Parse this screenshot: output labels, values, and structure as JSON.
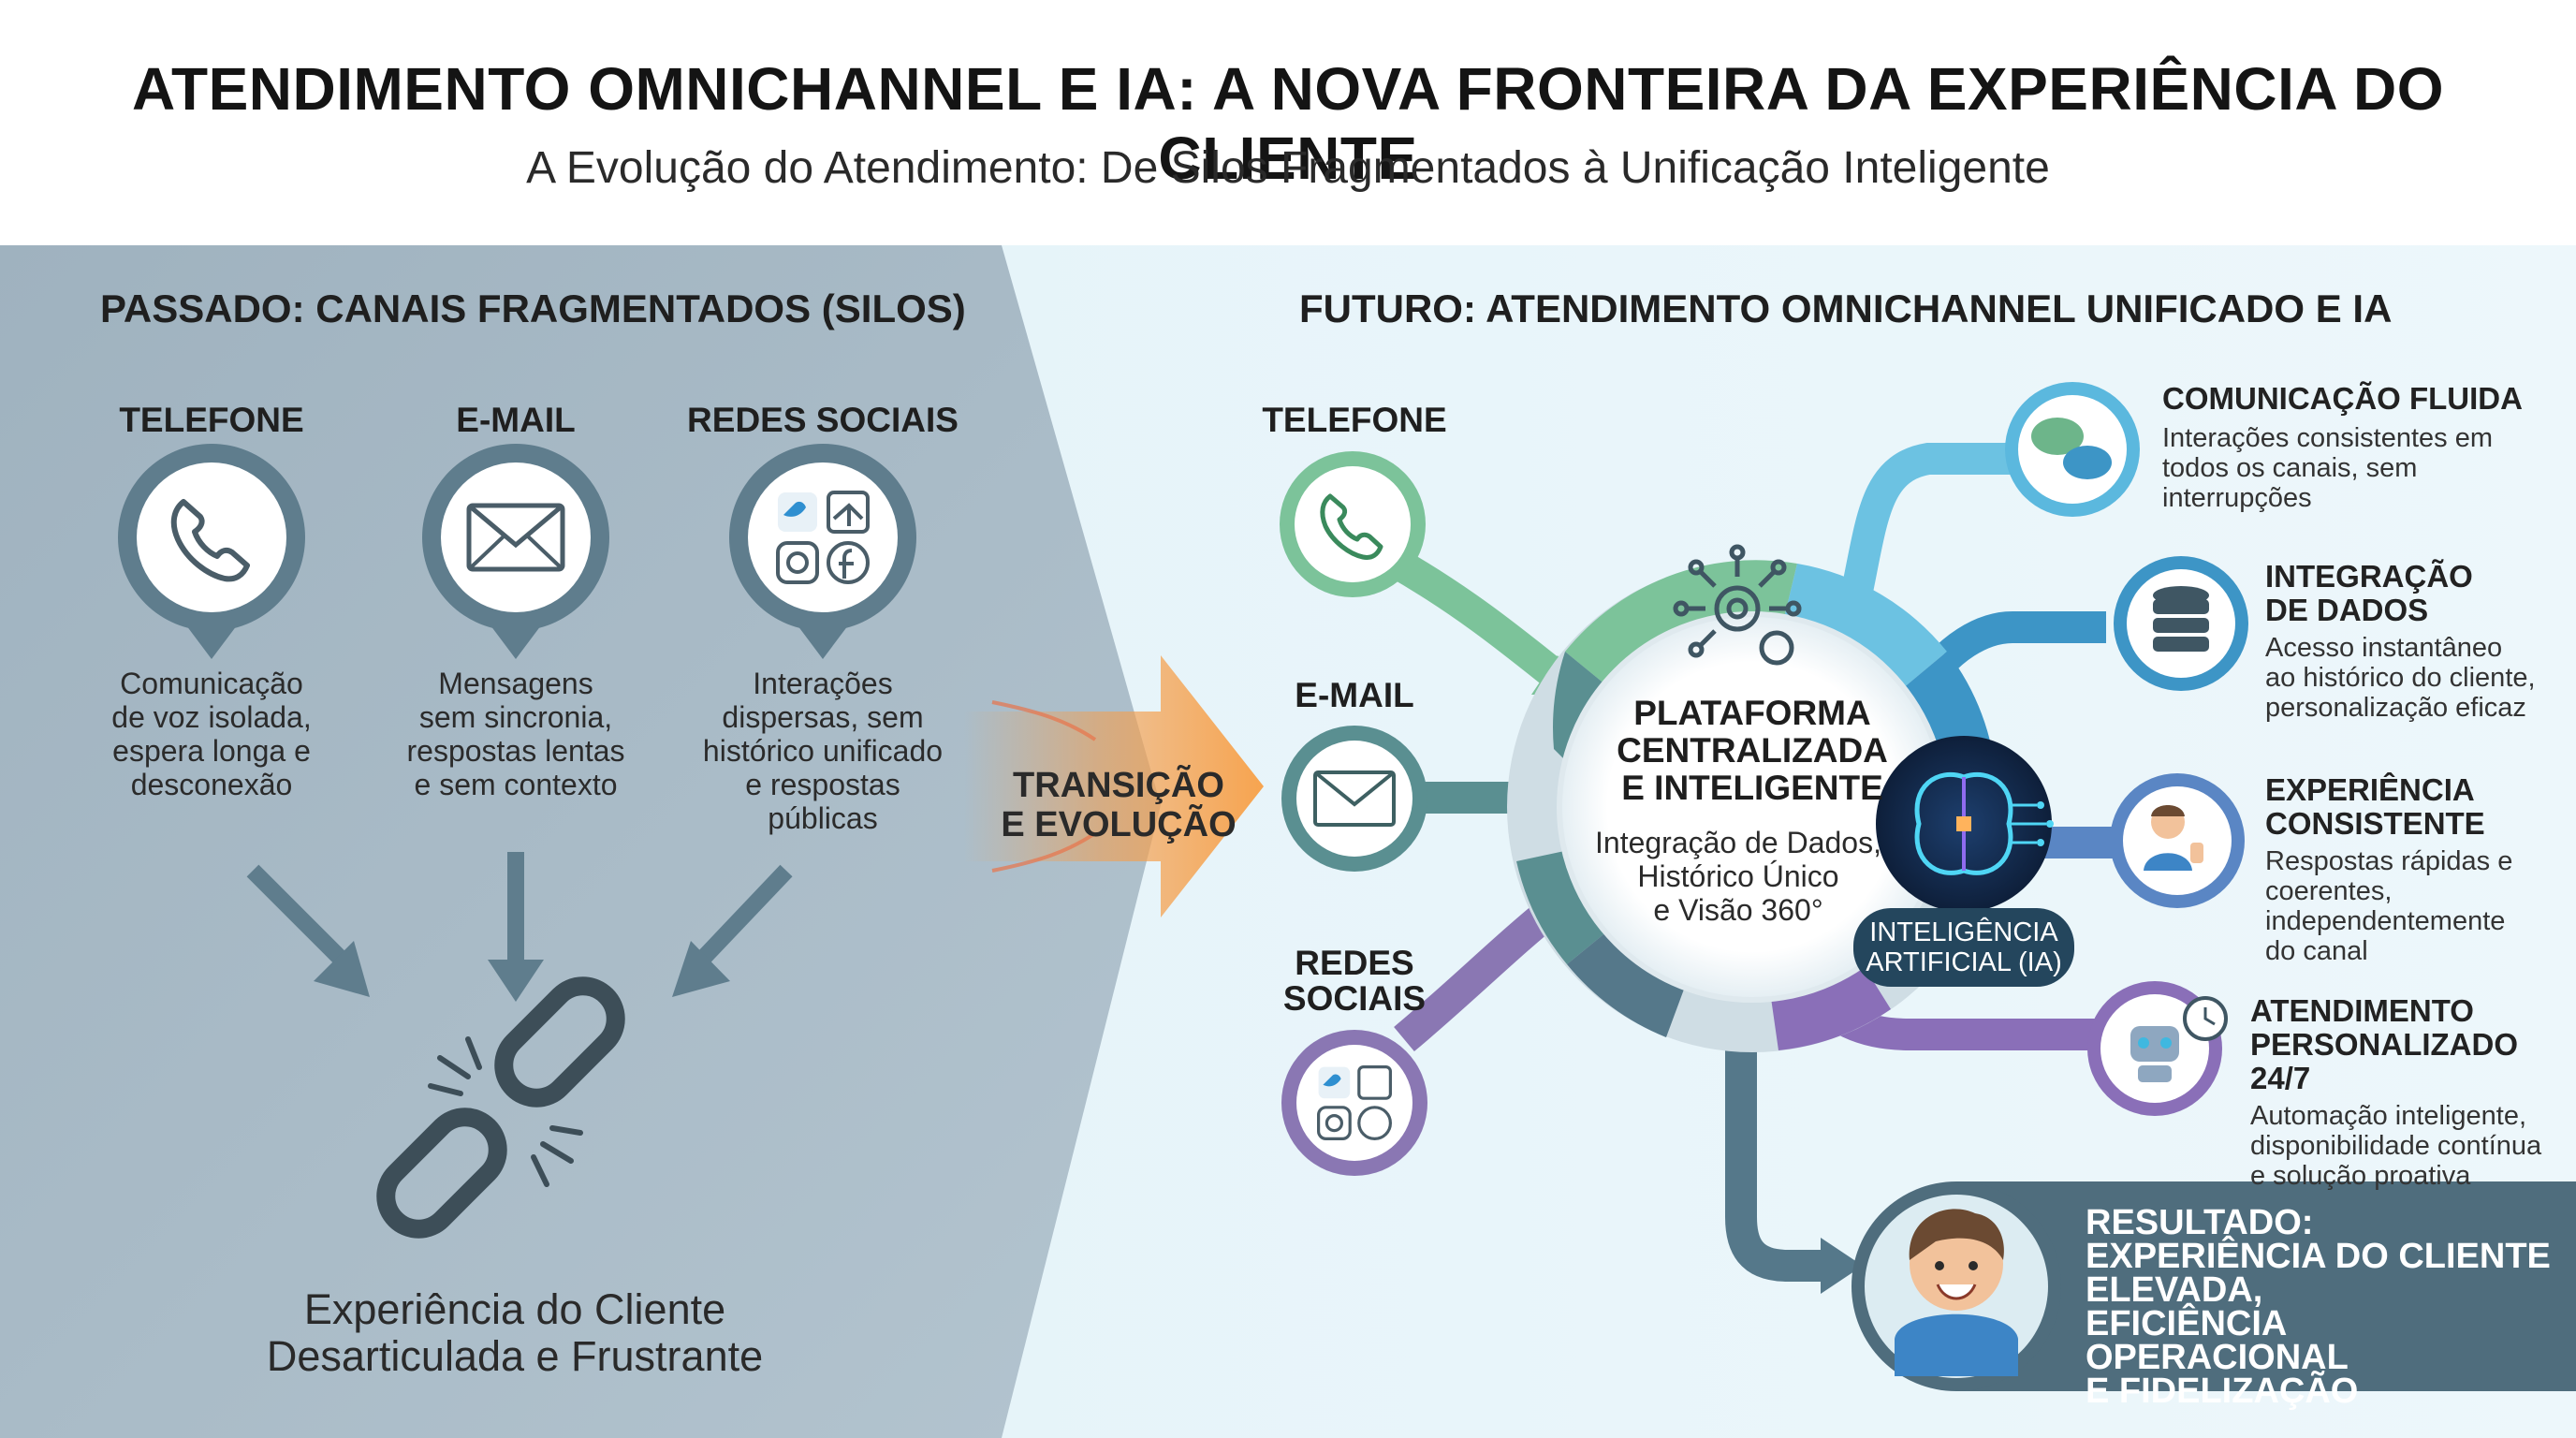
{
  "title": "ATENDIMENTO OMNICHANNEL E IA: A NOVA FRONTEIRA DA EXPERIÊNCIA DO CLIENTE",
  "subtitle": "A Evolução do Atendimento: De Silos Fragmentados à Unificação Inteligente",
  "past": {
    "heading": "PASSADO: CANAIS FRAGMENTADOS (SILOS)",
    "channels": [
      {
        "label": "TELEFONE",
        "icon": "phone-icon",
        "desc": [
          "Comunicação",
          "de voz isolada,",
          "espera longa e",
          "desconexão"
        ]
      },
      {
        "label": "E-MAIL",
        "icon": "envelope-icon",
        "desc": [
          "Mensagens",
          "sem sincronia,",
          "respostas lentas",
          "e sem contexto"
        ]
      },
      {
        "label": "REDES SOCIAIS",
        "icon": "social-media-icon",
        "desc": [
          "Interações",
          "dispersas, sem",
          "histórico unificado",
          "e respostas",
          "públicas"
        ]
      }
    ],
    "result": [
      "Experiência do Cliente",
      "Desarticulada e Frustrante"
    ]
  },
  "transition": [
    "TRANSIÇÃO",
    "E EVOLUÇÃO"
  ],
  "future": {
    "heading": "FUTURO: ATENDIMENTO OMNICHANNEL UNIFICADO E IA",
    "channels": [
      {
        "label": [
          "TELEFONE"
        ],
        "icon": "phone-icon"
      },
      {
        "label": [
          "E-MAIL"
        ],
        "icon": "envelope-icon"
      },
      {
        "label": [
          "REDES",
          "SOCIAIS"
        ],
        "icon": "social-media-icon"
      }
    ],
    "hub": {
      "title": [
        "PLATAFORMA",
        "CENTRALIZADA",
        "E INTELIGENTE"
      ],
      "desc": [
        "Integração de Dados,",
        "Histórico Único",
        "e Visão 360°"
      ],
      "ai_label": [
        "INTELIGÊNCIA",
        "ARTIFICIAL (IA)"
      ]
    },
    "benefits": [
      {
        "title": [
          "COMUNICAÇÃO FLUIDA"
        ],
        "desc": [
          "Interações consistentes em",
          "todos os canais, sem",
          "interrupções"
        ],
        "icon": "chat-bubbles-icon",
        "color": "#5bb8de"
      },
      {
        "title": [
          "INTEGRAÇÃO",
          "DE DADOS"
        ],
        "desc": [
          "Acesso instantâneo",
          "ao histórico do cliente,",
          "personalização eficaz"
        ],
        "icon": "database-icon",
        "color": "#3d95c6"
      },
      {
        "title": [
          "EXPERIÊNCIA",
          "CONSISTENTE"
        ],
        "desc": [
          "Respostas rápidas e",
          "coerentes,",
          "independentemente",
          "do canal"
        ],
        "icon": "thumbs-up-person-icon",
        "color": "#5a86c4"
      },
      {
        "title": [
          "ATENDIMENTO",
          "PERSONALIZADO 24/7"
        ],
        "desc": [
          "Automação inteligente,",
          "disponibilidade contínua",
          "e solução proativa"
        ],
        "icon": "robot-clock-icon",
        "color": "#8a6fb8"
      }
    ],
    "result": [
      "RESULTADO:",
      "EXPERIÊNCIA DO CLIENTE",
      "ELEVADA,",
      "EFICIÊNCIA OPERACIONAL",
      "E FIDELIZAÇÃO"
    ]
  },
  "colors": {
    "past_panel": "#a9bac6",
    "future_panel": "#e7f5fa",
    "phone_green": "#7cc39a",
    "email_teal": "#5a8f91",
    "social_purple": "#8a77b3",
    "dark_teal": "#4e6c7b",
    "transition_orange": "#f49d4b"
  }
}
